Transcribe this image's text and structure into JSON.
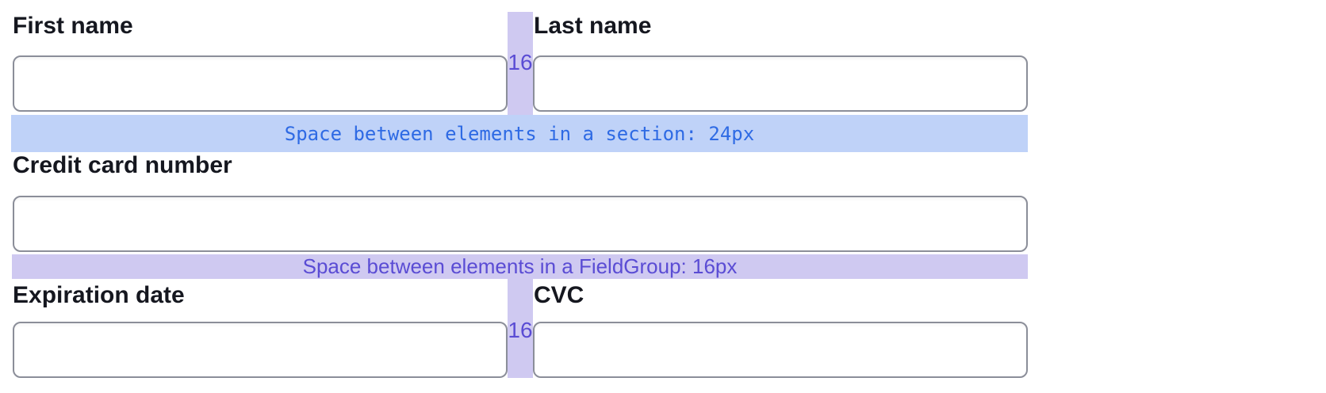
{
  "colors": {
    "section_band_bg": "#bfd2f8",
    "section_band_text": "#2e6ae4",
    "fieldgroup_band_bg": "#cfc9f1",
    "fieldgroup_band_text": "#5a4cd4",
    "label_text": "#15171f",
    "input_border": "#8b8e99",
    "page_bg": "#ffffff"
  },
  "fields": {
    "first_name": {
      "label": "First name",
      "value": ""
    },
    "last_name": {
      "label": "Last name",
      "value": ""
    },
    "card_number": {
      "label": "Credit card number",
      "value": ""
    },
    "expiration": {
      "label": "Expiration date",
      "value": ""
    },
    "cvc": {
      "label": "CVC",
      "value": ""
    }
  },
  "spacing_annotations": {
    "section_gap": {
      "text": "Space between elements in a section: 24px",
      "value": "24px"
    },
    "fieldgroup_gap": {
      "text": "Space between elements in a FieldGroup: 16px",
      "value": "16px"
    },
    "column_gap_top": {
      "text": "16"
    },
    "column_gap_bottom": {
      "text": "16"
    }
  }
}
